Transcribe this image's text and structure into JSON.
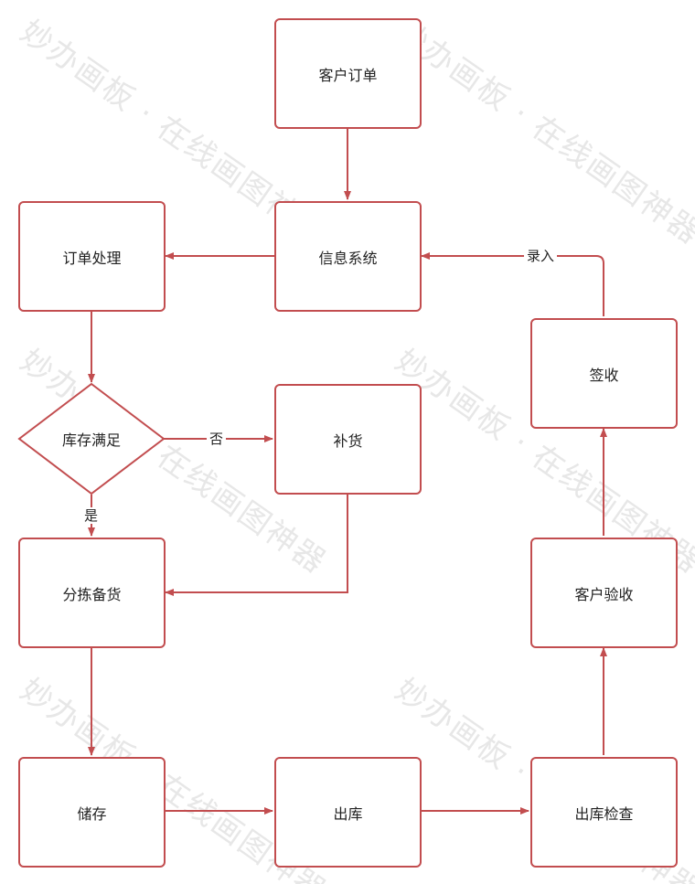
{
  "watermark": "妙办画板 · 在线画图神器",
  "colors": {
    "stroke": "#c24d4f",
    "text": "#222222",
    "background": "#ffffff"
  },
  "nodes": {
    "customer_order": "客户订单",
    "info_system": "信息系统",
    "order_processing": "订单处理",
    "stock_sufficient": "库存满足",
    "restock": "补货",
    "sorting": "分拣备货",
    "storage": "储存",
    "outbound": "出库",
    "outbound_check": "出库检查",
    "customer_acceptance": "客户验收",
    "sign_receipt": "签收"
  },
  "edge_labels": {
    "no": "否",
    "yes": "是",
    "record": "录入"
  }
}
